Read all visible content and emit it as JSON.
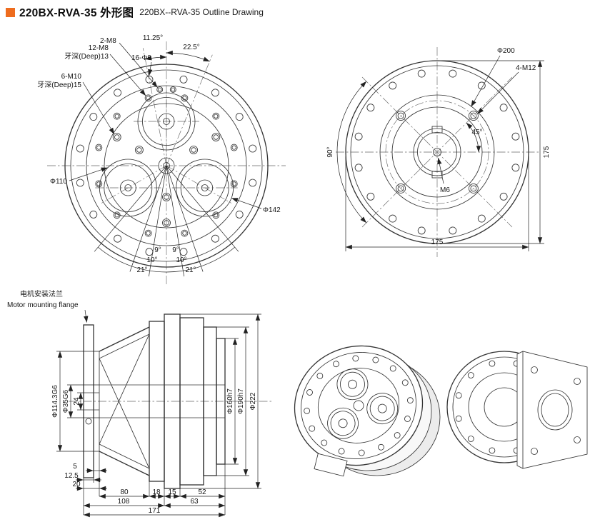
{
  "ui": {
    "accent_color": "#ee6c1e",
    "line_color": "#333333",
    "background": "#ffffff"
  },
  "title": {
    "model_cn": "220BX-RVA-35 外形图",
    "en": "220BX--RVA-35 Outline Drawing"
  },
  "front_view": {
    "labels": {
      "m8_2": "2-M8",
      "a1125": "11.25°",
      "a225": "22.5°",
      "m8_12": "12-M8",
      "deep13": "牙深(Deep)13",
      "phi9_16": "16-Φ9",
      "m10_6": "6-M10",
      "deep15": "牙深(Deep)15",
      "phi110": "Φ110",
      "phi142": "Φ142",
      "a9_left": "9°",
      "a9_right": "9°",
      "a10_left": "10°",
      "a10_right": "10°",
      "a21_left": "21°",
      "a21_right": "21°"
    }
  },
  "rear_view": {
    "labels": {
      "phi200": "Φ200",
      "m12_4": "4-M12",
      "a45": "45°",
      "a90": "90°",
      "m6": "M6",
      "dim_width": "175",
      "dim_height": "175"
    }
  },
  "section_view": {
    "labels": {
      "flange_cn": "电机安装法兰",
      "flange_en": "Motor mounting flange",
      "phi114": "Φ114.3G6",
      "phi35": "Φ35G6",
      "d24": "24",
      "phi160": "Φ160h7",
      "phi190": "Φ190h7",
      "phi222": "Φ222",
      "d5": "5",
      "d12_5": "12.5",
      "d20": "20",
      "d80": "80",
      "d18": "18",
      "d15": "15",
      "d52": "52",
      "d108": "108",
      "d63": "63",
      "d171": "171"
    }
  }
}
